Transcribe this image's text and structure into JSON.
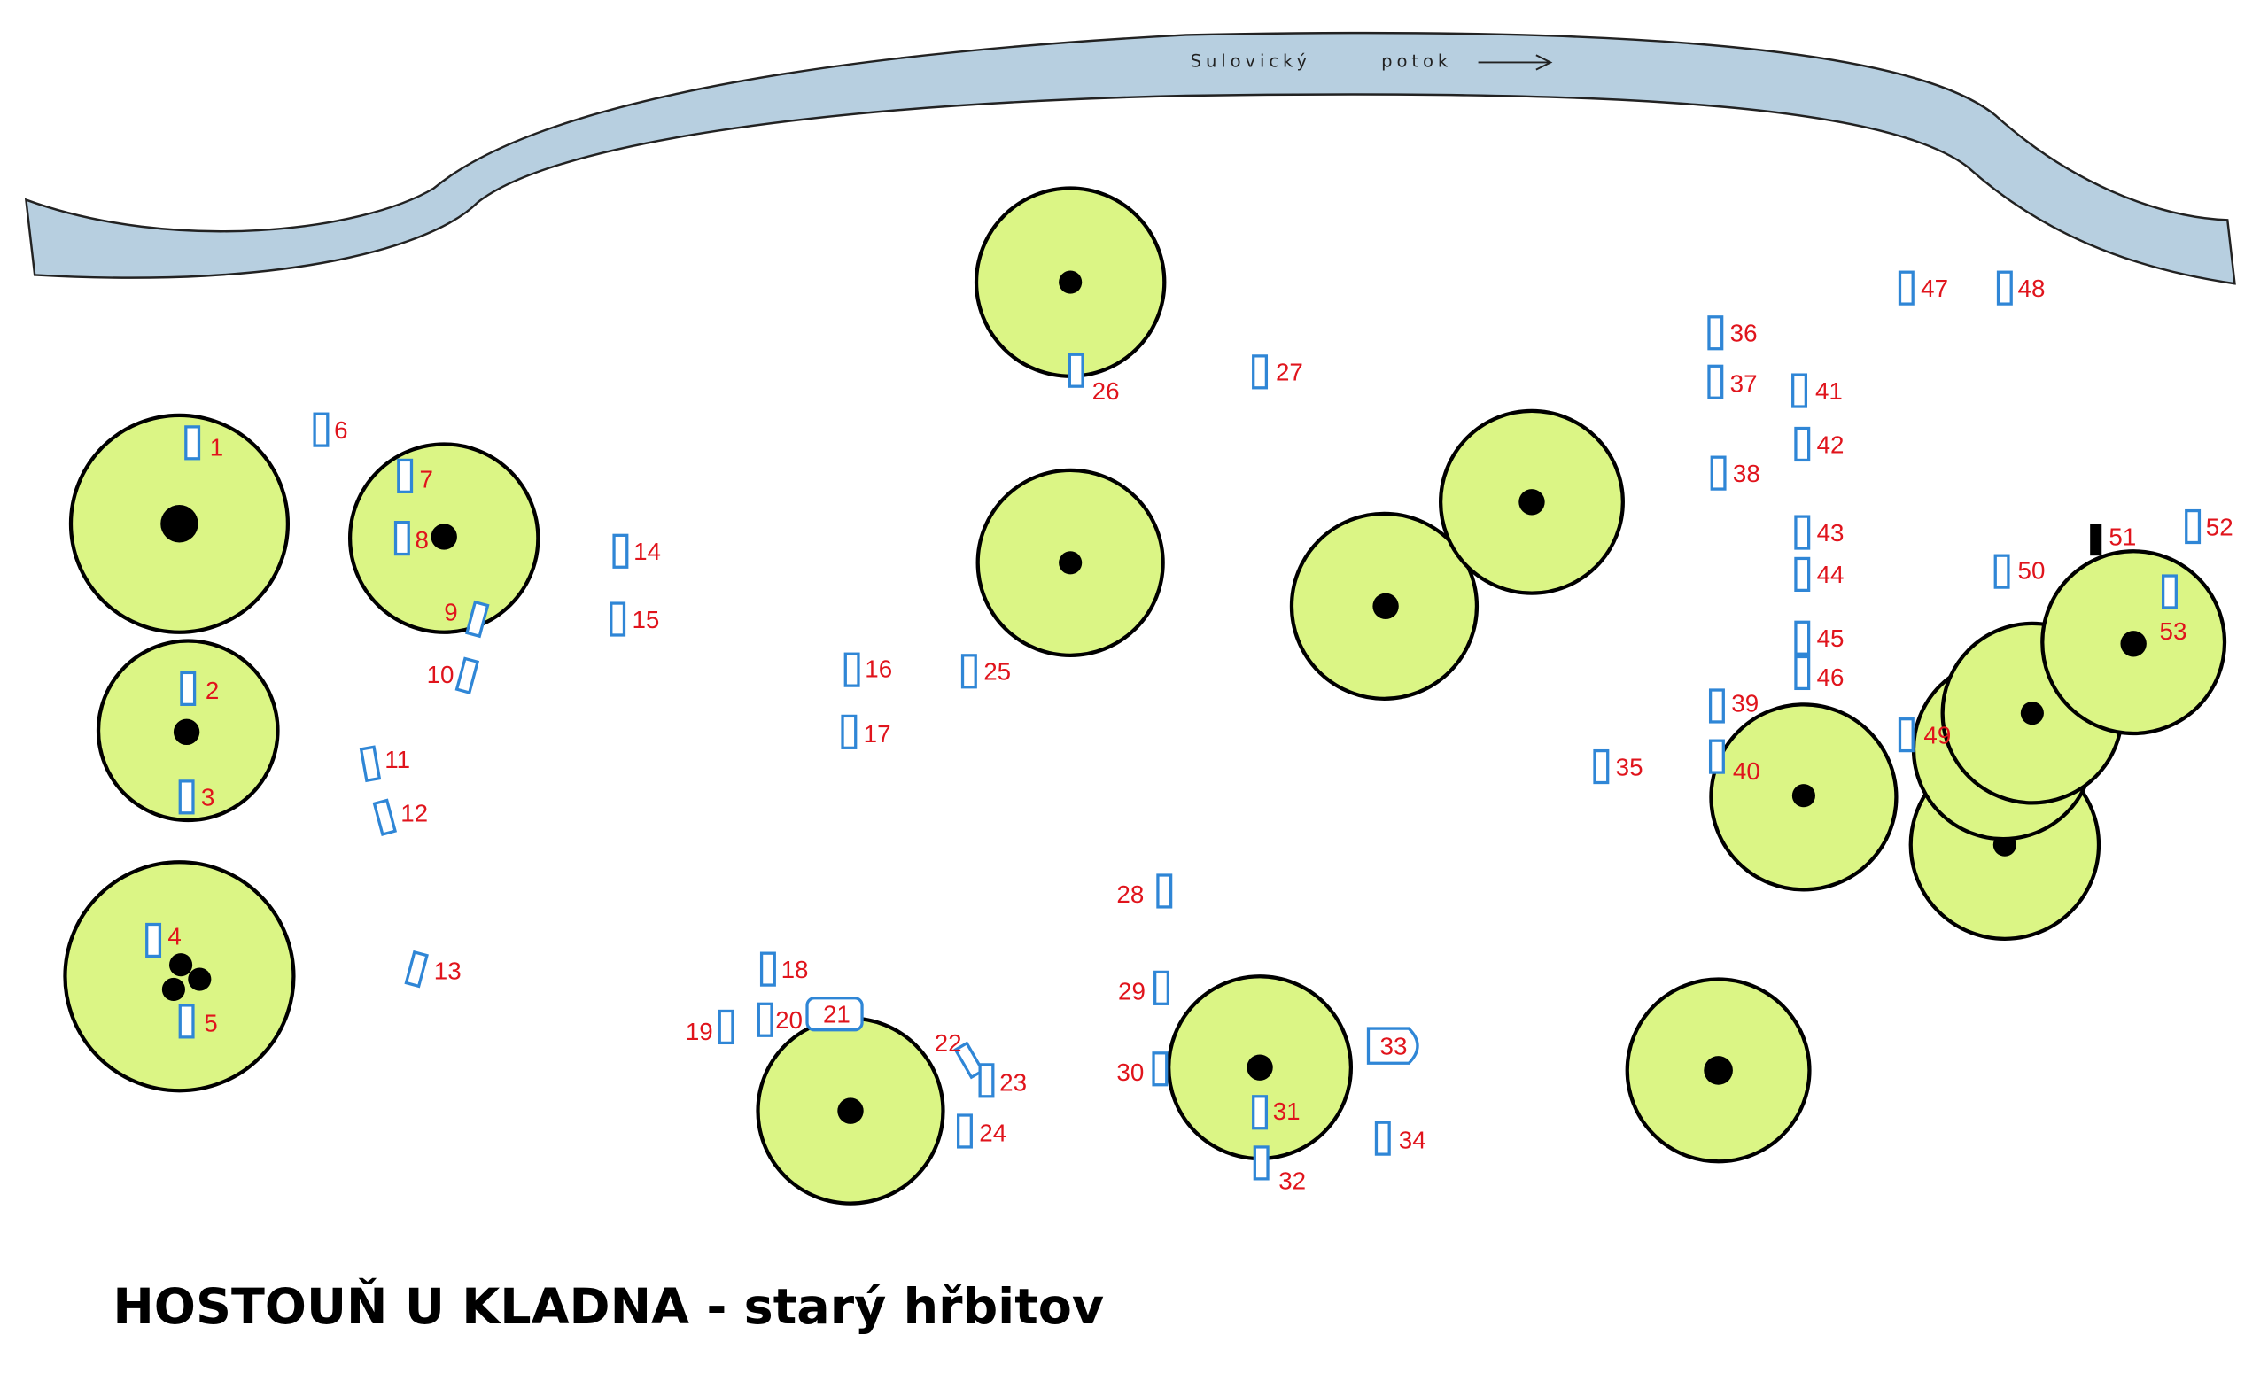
{
  "title": "HOSTOUŇ U KLADNA - starý hřbitov",
  "river": {
    "name_part1": "Sulovický",
    "name_part2": "potok",
    "flow_direction": "east"
  },
  "colors": {
    "river": "#b7cfe0",
    "tree": "#dbf585",
    "grave_outline": "#2f86d6",
    "grave_number": "#e0141c"
  },
  "graves": [
    "1",
    "2",
    "3",
    "4",
    "5",
    "6",
    "7",
    "8",
    "9",
    "10",
    "11",
    "12",
    "13",
    "14",
    "15",
    "16",
    "17",
    "18",
    "19",
    "20",
    "21",
    "22",
    "23",
    "24",
    "25",
    "26",
    "27",
    "28",
    "29",
    "30",
    "31",
    "32",
    "33",
    "34",
    "35",
    "36",
    "37",
    "38",
    "39",
    "40",
    "41",
    "42",
    "43",
    "44",
    "45",
    "46",
    "47",
    "48",
    "49",
    "50",
    "51",
    "52",
    "53"
  ]
}
